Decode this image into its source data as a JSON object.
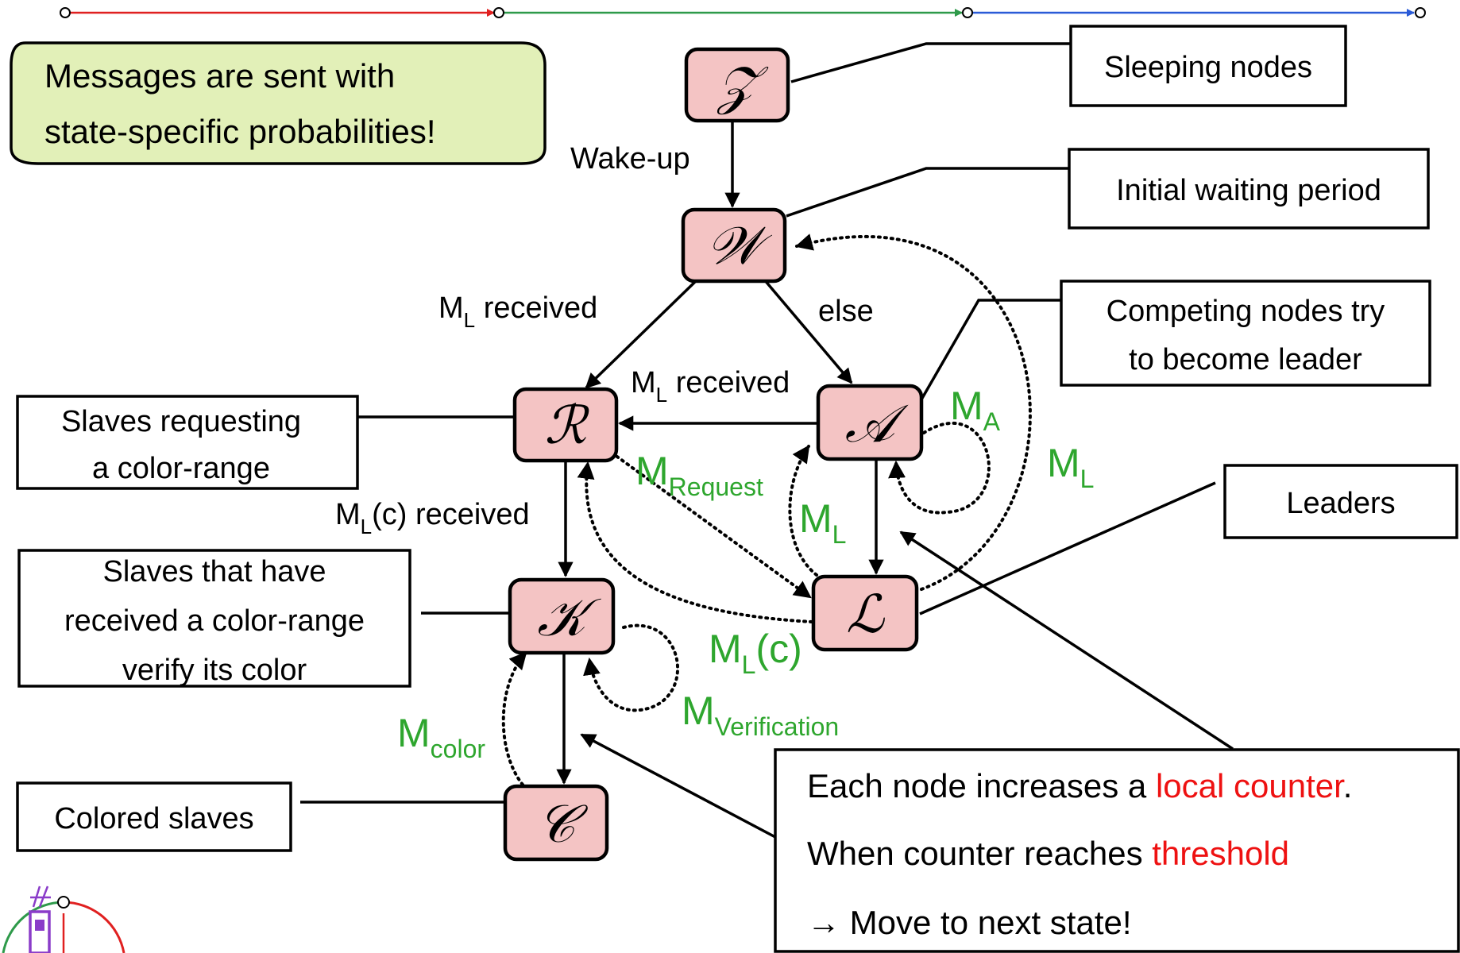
{
  "timeline": {
    "segment_colors": [
      "#e02020",
      "#2e9a4a",
      "#2a5bd7"
    ]
  },
  "callout": {
    "line1": "Messages are sent with",
    "line2": "state-specific probabilities!",
    "fill": "#e2f0b8"
  },
  "states": {
    "Z": "𝒵",
    "W": "𝒲",
    "R": "ℛ",
    "A": "𝒜",
    "K": "𝒦",
    "L": "ℒ",
    "C": "𝒞"
  },
  "state_fill": "#f4c4c4",
  "descriptions": {
    "sleeping": "Sleeping nodes",
    "waiting": "Initial waiting period",
    "competing_l1": "Competing nodes try",
    "competing_l2": "to  become leader",
    "requesting_l1": "Slaves requesting",
    "requesting_l2": "a color-range",
    "leaders": "Leaders",
    "received_l1": "Slaves that have",
    "received_l2": "received a color-range",
    "received_l3": "verify its color",
    "colored": "Colored slaves"
  },
  "transitions": {
    "wake_up": "Wake-up",
    "else": "else",
    "m": "M",
    "L": "L",
    "received": "received",
    "c_received": "(c) received"
  },
  "messages": {
    "m": "M",
    "A": "A",
    "L": "L",
    "request": "Request",
    "c": "(c)",
    "verification": "Verification",
    "color": "color",
    "color_hex": "#2ea62e"
  },
  "counter_box": {
    "line1_pre": "Each node increases a ",
    "line1_red": "local counter",
    "line1_post": ".",
    "line2_pre": "When counter reaches ",
    "line2_red": "threshold",
    "line3": "→ Move to next state!",
    "red": "#ee1111"
  }
}
